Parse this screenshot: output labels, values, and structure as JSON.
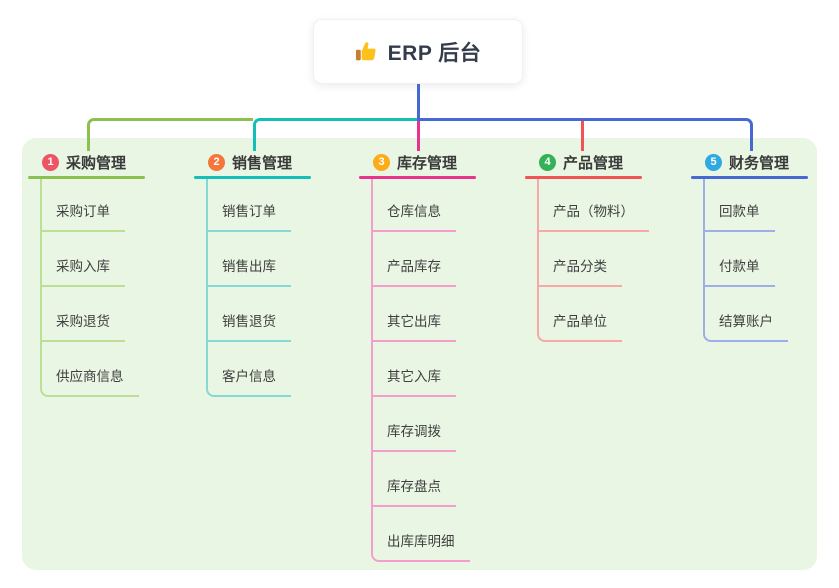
{
  "root": {
    "label": "ERP 后台",
    "icon": "thumbs-up"
  },
  "panel": {
    "background": "#E9F6E3"
  },
  "trunk": {
    "root_line_color": "#4668D3"
  },
  "branches": [
    {
      "badge": "1",
      "label": "采购管理",
      "badge_color": "#ED5565",
      "line_color": "#8CC152",
      "child_line_color": "#BCDE97",
      "children": [
        "采购订单",
        "采购入库",
        "采购退货",
        "供应商信息"
      ]
    },
    {
      "badge": "2",
      "label": "销售管理",
      "badge_color": "#F4763C",
      "line_color": "#13BFB7",
      "child_line_color": "#84DAD2",
      "children": [
        "销售订单",
        "销售出库",
        "销售退货",
        "客户信息"
      ]
    },
    {
      "badge": "3",
      "label": "库存管理",
      "badge_color": "#FBAC18",
      "line_color": "#E8338F",
      "child_line_color": "#F49FCB",
      "children": [
        "仓库信息",
        "产品库存",
        "其它出库",
        "其它入库",
        "库存调拨",
        "库存盘点",
        "出库库明细"
      ]
    },
    {
      "badge": "4",
      "label": "产品管理",
      "badge_color": "#35B158",
      "line_color": "#F25355",
      "child_line_color": "#F6A9A6",
      "children": [
        "产品（物料）",
        "产品分类",
        "产品单位"
      ]
    },
    {
      "badge": "5",
      "label": "财务管理",
      "badge_color": "#2FA9E1",
      "line_color": "#4668D3",
      "child_line_color": "#9DAEE8",
      "children": [
        "回款单",
        "付款单",
        "结算账户"
      ]
    }
  ]
}
